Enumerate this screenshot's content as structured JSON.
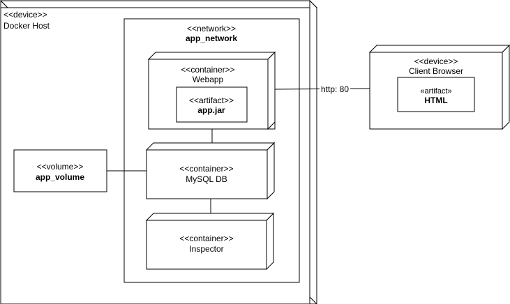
{
  "docker_host": {
    "stereotype": "<<device>>",
    "name": "Docker Host"
  },
  "app_network": {
    "stereotype": "<<network>>",
    "name": "app_network"
  },
  "webapp": {
    "stereotype": "<<container>>",
    "name": "Webapp"
  },
  "app_jar": {
    "stereotype": "<<artifact>>",
    "name": "app.jar"
  },
  "mysql_db": {
    "stereotype": "<<container>>",
    "name": "MySQL DB"
  },
  "inspector": {
    "stereotype": "<<container>>",
    "name": "Inspector"
  },
  "app_volume": {
    "stereotype": "<<volume>>",
    "name": "app_volume"
  },
  "client_browser": {
    "stereotype": "<<device>>",
    "name": "Client Browser"
  },
  "html_artifact": {
    "stereotype": "«artifact»",
    "name": "HTML"
  },
  "connection_http": {
    "label": "http: 80"
  }
}
